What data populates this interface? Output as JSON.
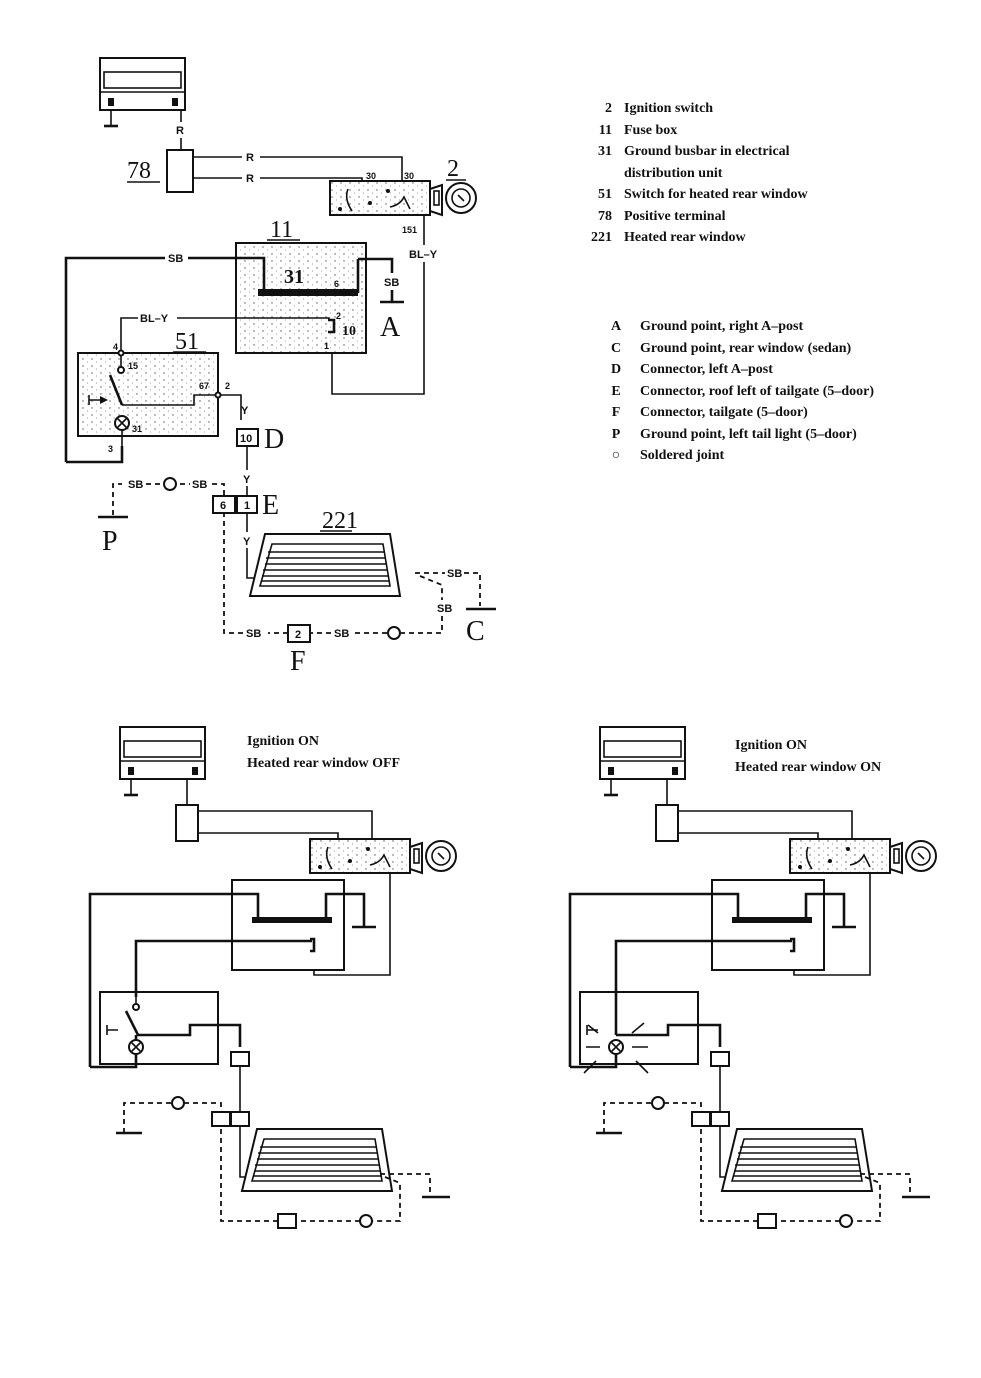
{
  "diagram": {
    "title": "Heated rear window wiring diagram",
    "component_legend": [
      {
        "key": "2",
        "label": "Ignition switch"
      },
      {
        "key": "11",
        "label": "Fuse box"
      },
      {
        "key": "31",
        "label": "Ground busbar in electrical"
      },
      {
        "key": "",
        "label": "distribution unit"
      },
      {
        "key": "51",
        "label": "Switch for heated rear window"
      },
      {
        "key": "78",
        "label": "Positive terminal"
      },
      {
        "key": "221",
        "label": "Heated rear window"
      }
    ],
    "point_legend": [
      {
        "key": "A",
        "label": "Ground point, right A–post"
      },
      {
        "key": "C",
        "label": "Ground point,  rear window (sedan)"
      },
      {
        "key": "D",
        "label": "Connector, left A–post"
      },
      {
        "key": "E",
        "label": "Connector, roof left of tailgate (5–door)"
      },
      {
        "key": "F",
        "label": "Connector, tailgate (5–door)"
      },
      {
        "key": "P",
        "label": "Ground point, left tail light (5–door)"
      },
      {
        "key": "○",
        "label": "Soldered joint"
      }
    ],
    "components": {
      "positive_terminal": "78",
      "ignition_switch": "2",
      "fuse_box": "11",
      "ground_busbar": "31",
      "switch": "51",
      "rear_window": "221",
      "fuse_number": "10",
      "ground_A": "A",
      "ground_C": "C",
      "ground_P": "P",
      "connector_D": "D",
      "connector_D_pin": "10",
      "connector_E": "E",
      "connector_E_pins": [
        "6",
        "1"
      ],
      "connector_F": "F",
      "connector_F_pin": "2"
    },
    "wire_colors": {
      "r1": "R",
      "r2": "R",
      "r3": "R",
      "sb_main": "SB",
      "sb_a": "SB",
      "bly_main": "BL–Y",
      "bly_switch": "BL–Y",
      "y1": "Y",
      "y2": "Y",
      "y3": "Y",
      "sb_p1": "SB",
      "sb_p2": "SB",
      "sb_c1": "SB",
      "sb_c2": "SB",
      "sb_f1": "SB",
      "sb_f2": "SB"
    },
    "pins": {
      "ign_30a": "30",
      "ign_30b": "30",
      "ign_151": "151",
      "bus_6": "6",
      "fuse_2": "2",
      "fuse_1": "1",
      "sw_4": "4",
      "sw_15": "15",
      "sw_67": "67",
      "sw_2": "2",
      "sw_31": "31",
      "sw_3": "3"
    },
    "states": [
      {
        "line1": "Ignition ON",
        "line2": "Heated rear window OFF"
      },
      {
        "line1": "Ignition ON",
        "line2": "Heated rear window ON"
      }
    ]
  }
}
